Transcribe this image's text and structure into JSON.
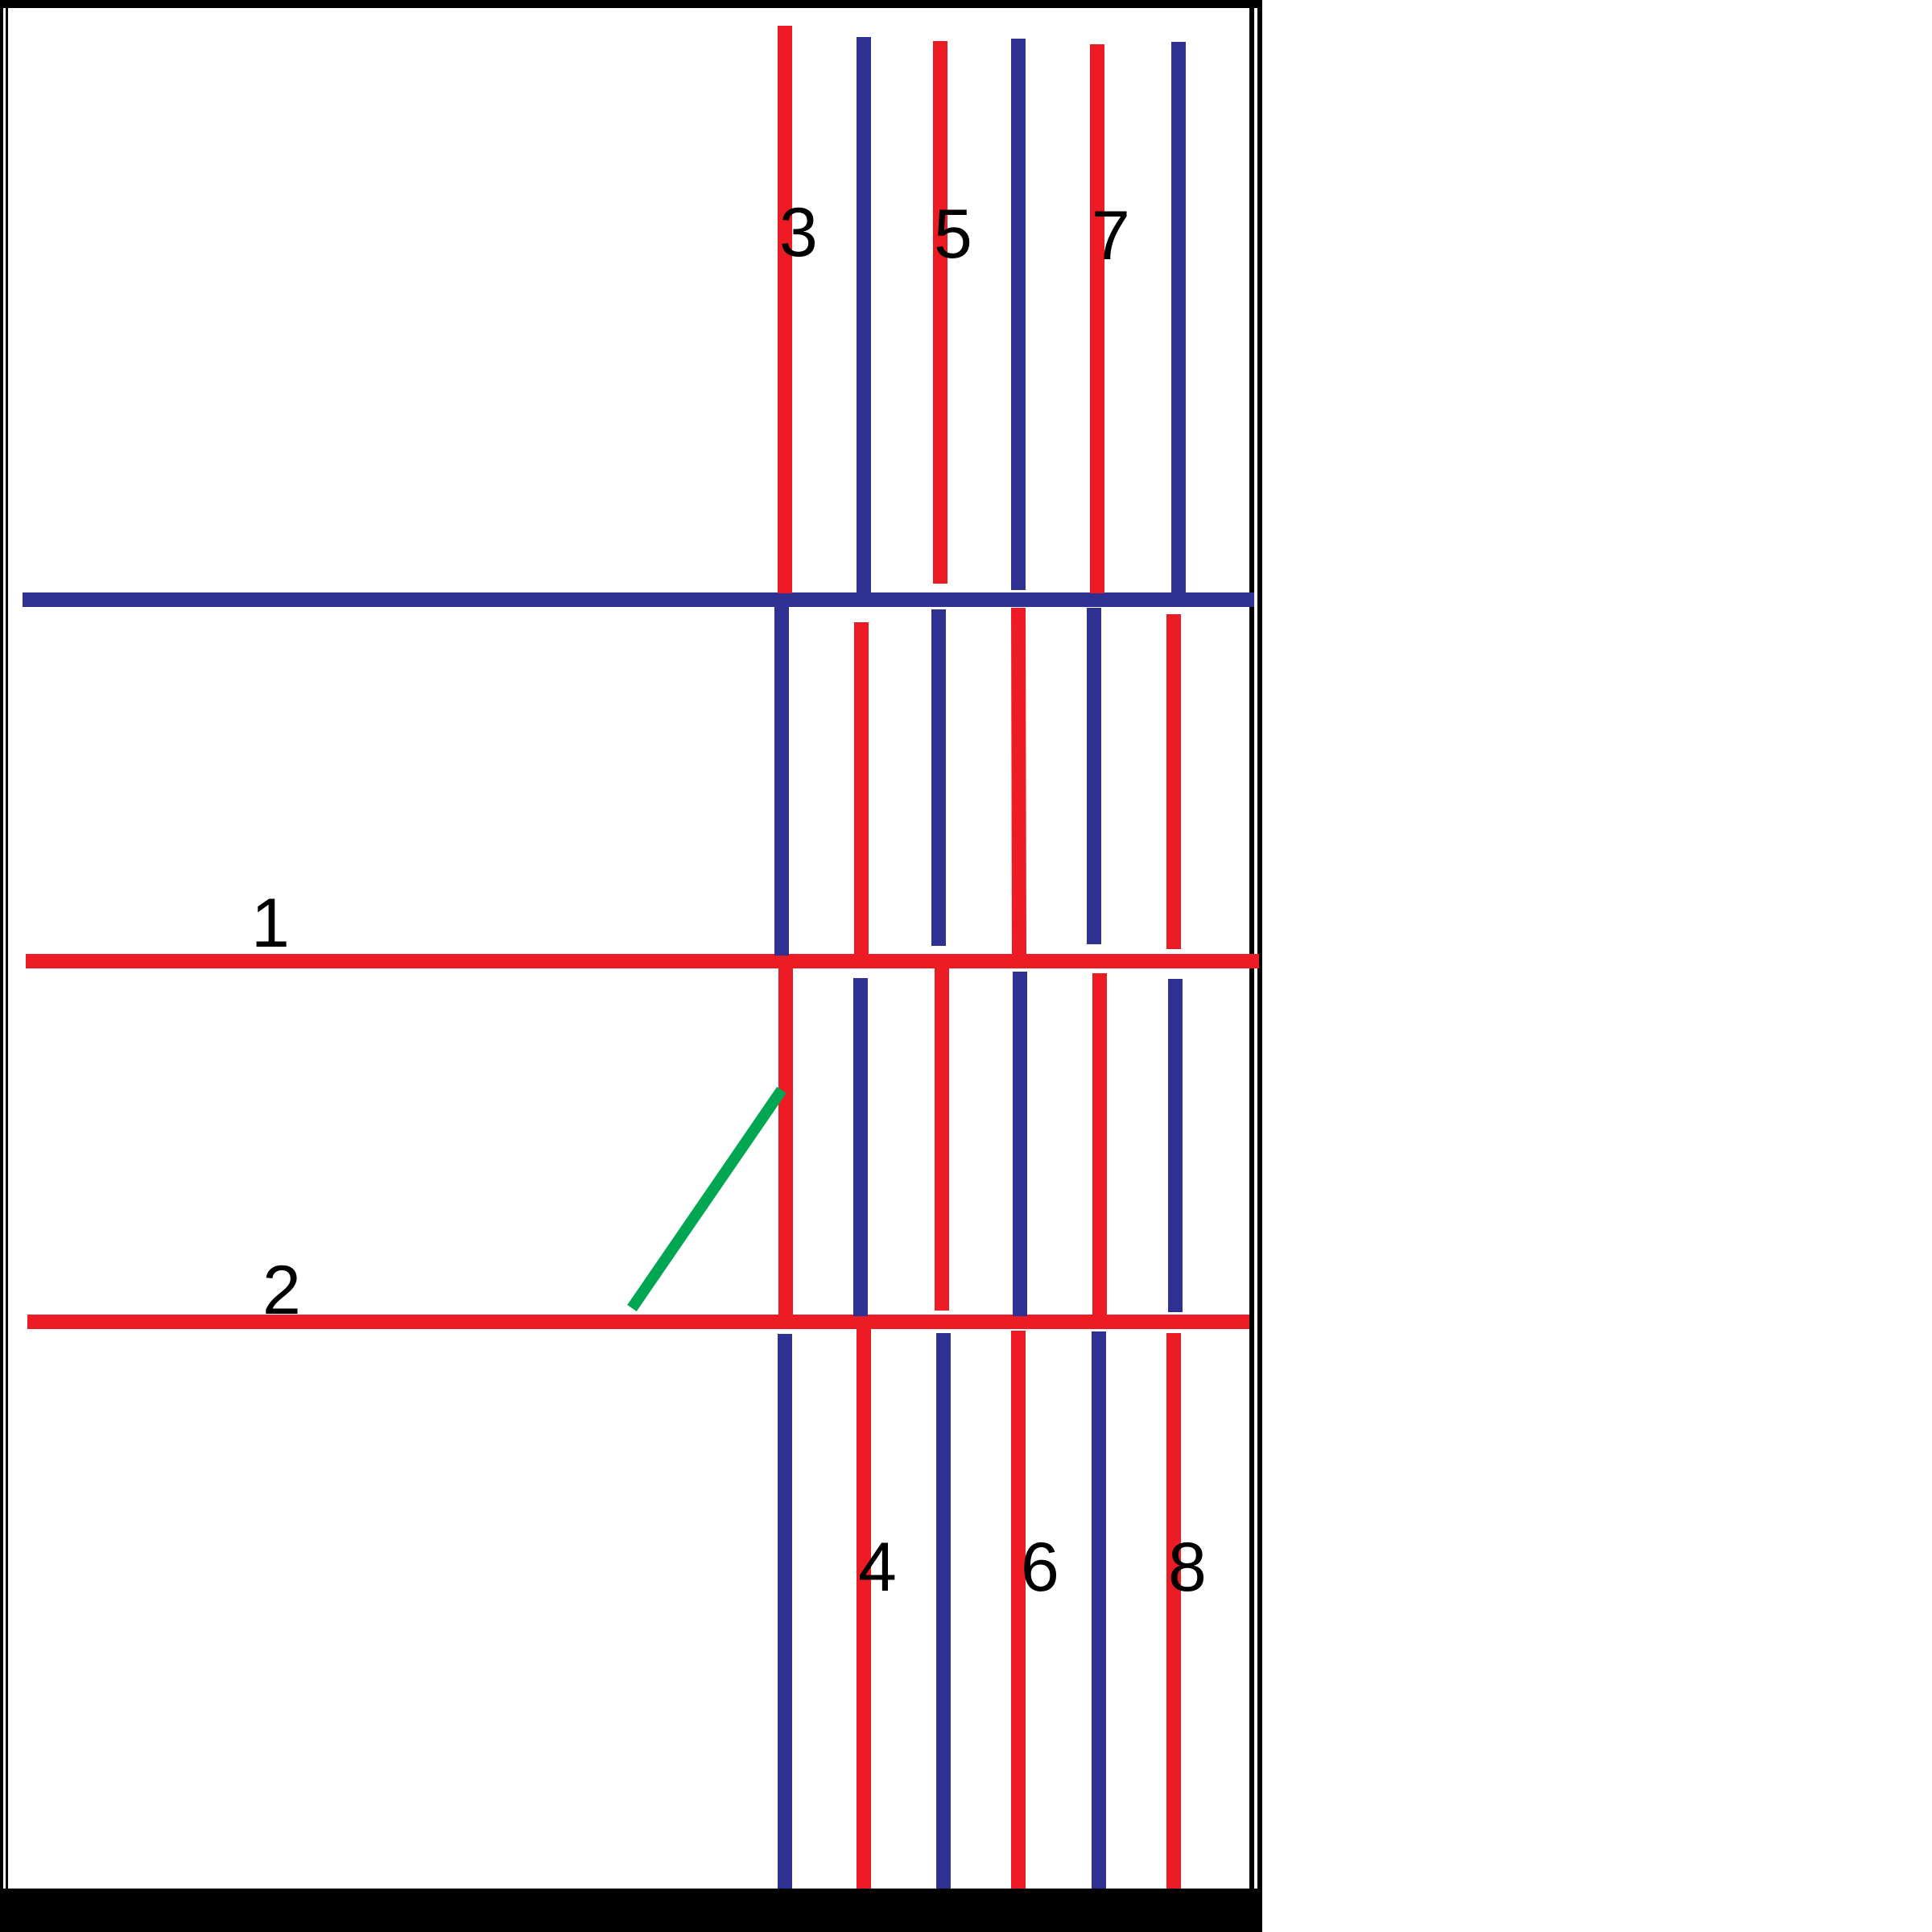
{
  "colors": {
    "red": "#ED1C24",
    "blue": "#2E3192",
    "green": "#00A651",
    "frame": "#000000"
  },
  "labels": {
    "l1": "1",
    "l2": "2",
    "l3": "3",
    "l4": "4",
    "l5": "5",
    "l6": "6",
    "l7": "7",
    "l8": "8"
  }
}
